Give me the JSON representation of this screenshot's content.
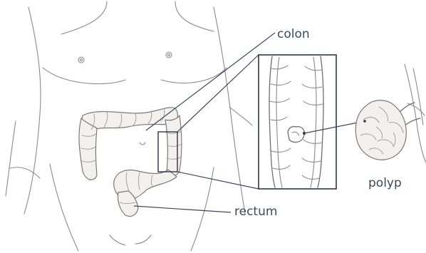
{
  "labels": {
    "colon": "colon",
    "rectum": "rectum",
    "polyp": "polyp"
  },
  "colors": {
    "label_text": "#3d4a5a",
    "pointer_line": "#3d4660",
    "sketch_line": "#8a8a8a"
  }
}
